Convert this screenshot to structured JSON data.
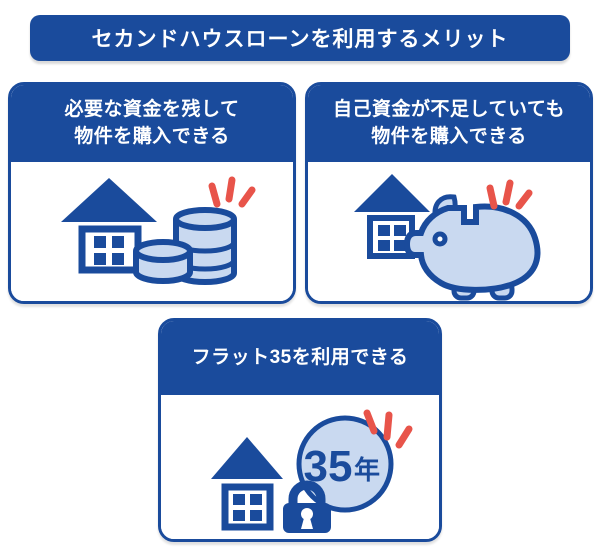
{
  "colors": {
    "primary_blue": "#1A4B9C",
    "light_blue": "#C9D9F0",
    "accent_red": "#E8544A",
    "card_bg": "#FFFFFF"
  },
  "banner": {
    "title": "セカンドハウスローンを利用するメリット"
  },
  "cards": [
    {
      "id": "keep-funds",
      "title_lines": [
        "必要な資金を残して",
        "物件を購入できる"
      ],
      "illustration": "house-and-coin-stacks-with-emphasis-marks"
    },
    {
      "id": "insufficient-own-funds",
      "title_lines": [
        "自己資金が不足していても",
        "物件を購入できる"
      ],
      "illustration": "house-and-piggy-bank-with-emphasis-marks"
    },
    {
      "id": "flat35",
      "title_lines": [
        "フラット35を利用できる"
      ],
      "illustration": "house-lock-and-35-year-badge-with-emphasis-marks",
      "badge": {
        "number": "35",
        "unit": "年"
      }
    }
  ]
}
